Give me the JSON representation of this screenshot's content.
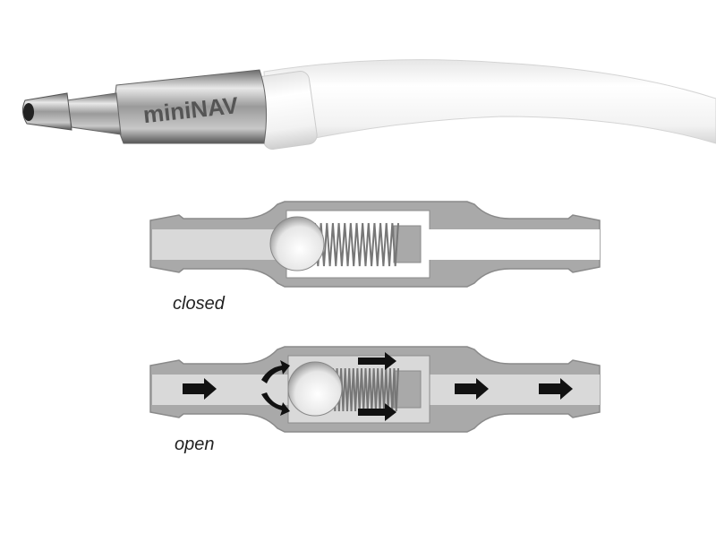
{
  "photo": {
    "brand_engraving": "miniNAV"
  },
  "diagram": {
    "closed_label": "closed",
    "open_label": "open"
  },
  "colors": {
    "body": "#a9a9a9",
    "bore": "#d9d9d9",
    "outline": "#888888",
    "arrow": "#111111"
  }
}
